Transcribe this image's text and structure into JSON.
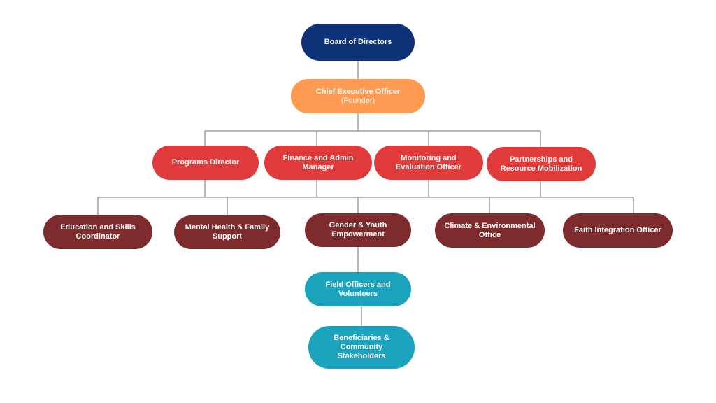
{
  "board": {
    "label": "Board of Directors",
    "color": "#0d3278"
  },
  "ceo": {
    "line1": "Chief Executive Officer",
    "line2": "(Founder)",
    "color": "#ff9a52"
  },
  "directors": [
    {
      "label": "Programs Director"
    },
    {
      "label": "Finance and Admin Manager"
    },
    {
      "label": "Monitoring and Evaluation Officer"
    },
    {
      "label": "Partnerships and Resource Mobilization"
    }
  ],
  "director_color": "#e03a3a",
  "units": [
    {
      "label": "Education and Skills Coordinator"
    },
    {
      "label": "Mental Health & Family Support"
    },
    {
      "label": "Gender & Youth Empowerment"
    },
    {
      "label": "Climate & Environmental Office"
    },
    {
      "label": "Faith Integration Officer"
    }
  ],
  "unit_color": "#7e2b2d",
  "field": {
    "label": "Field Officers and Volunteers",
    "color": "#1ba2bd"
  },
  "beneficiaries": {
    "label": "Beneficiaries & Community Stakeholders",
    "color": "#1ba2bd"
  }
}
